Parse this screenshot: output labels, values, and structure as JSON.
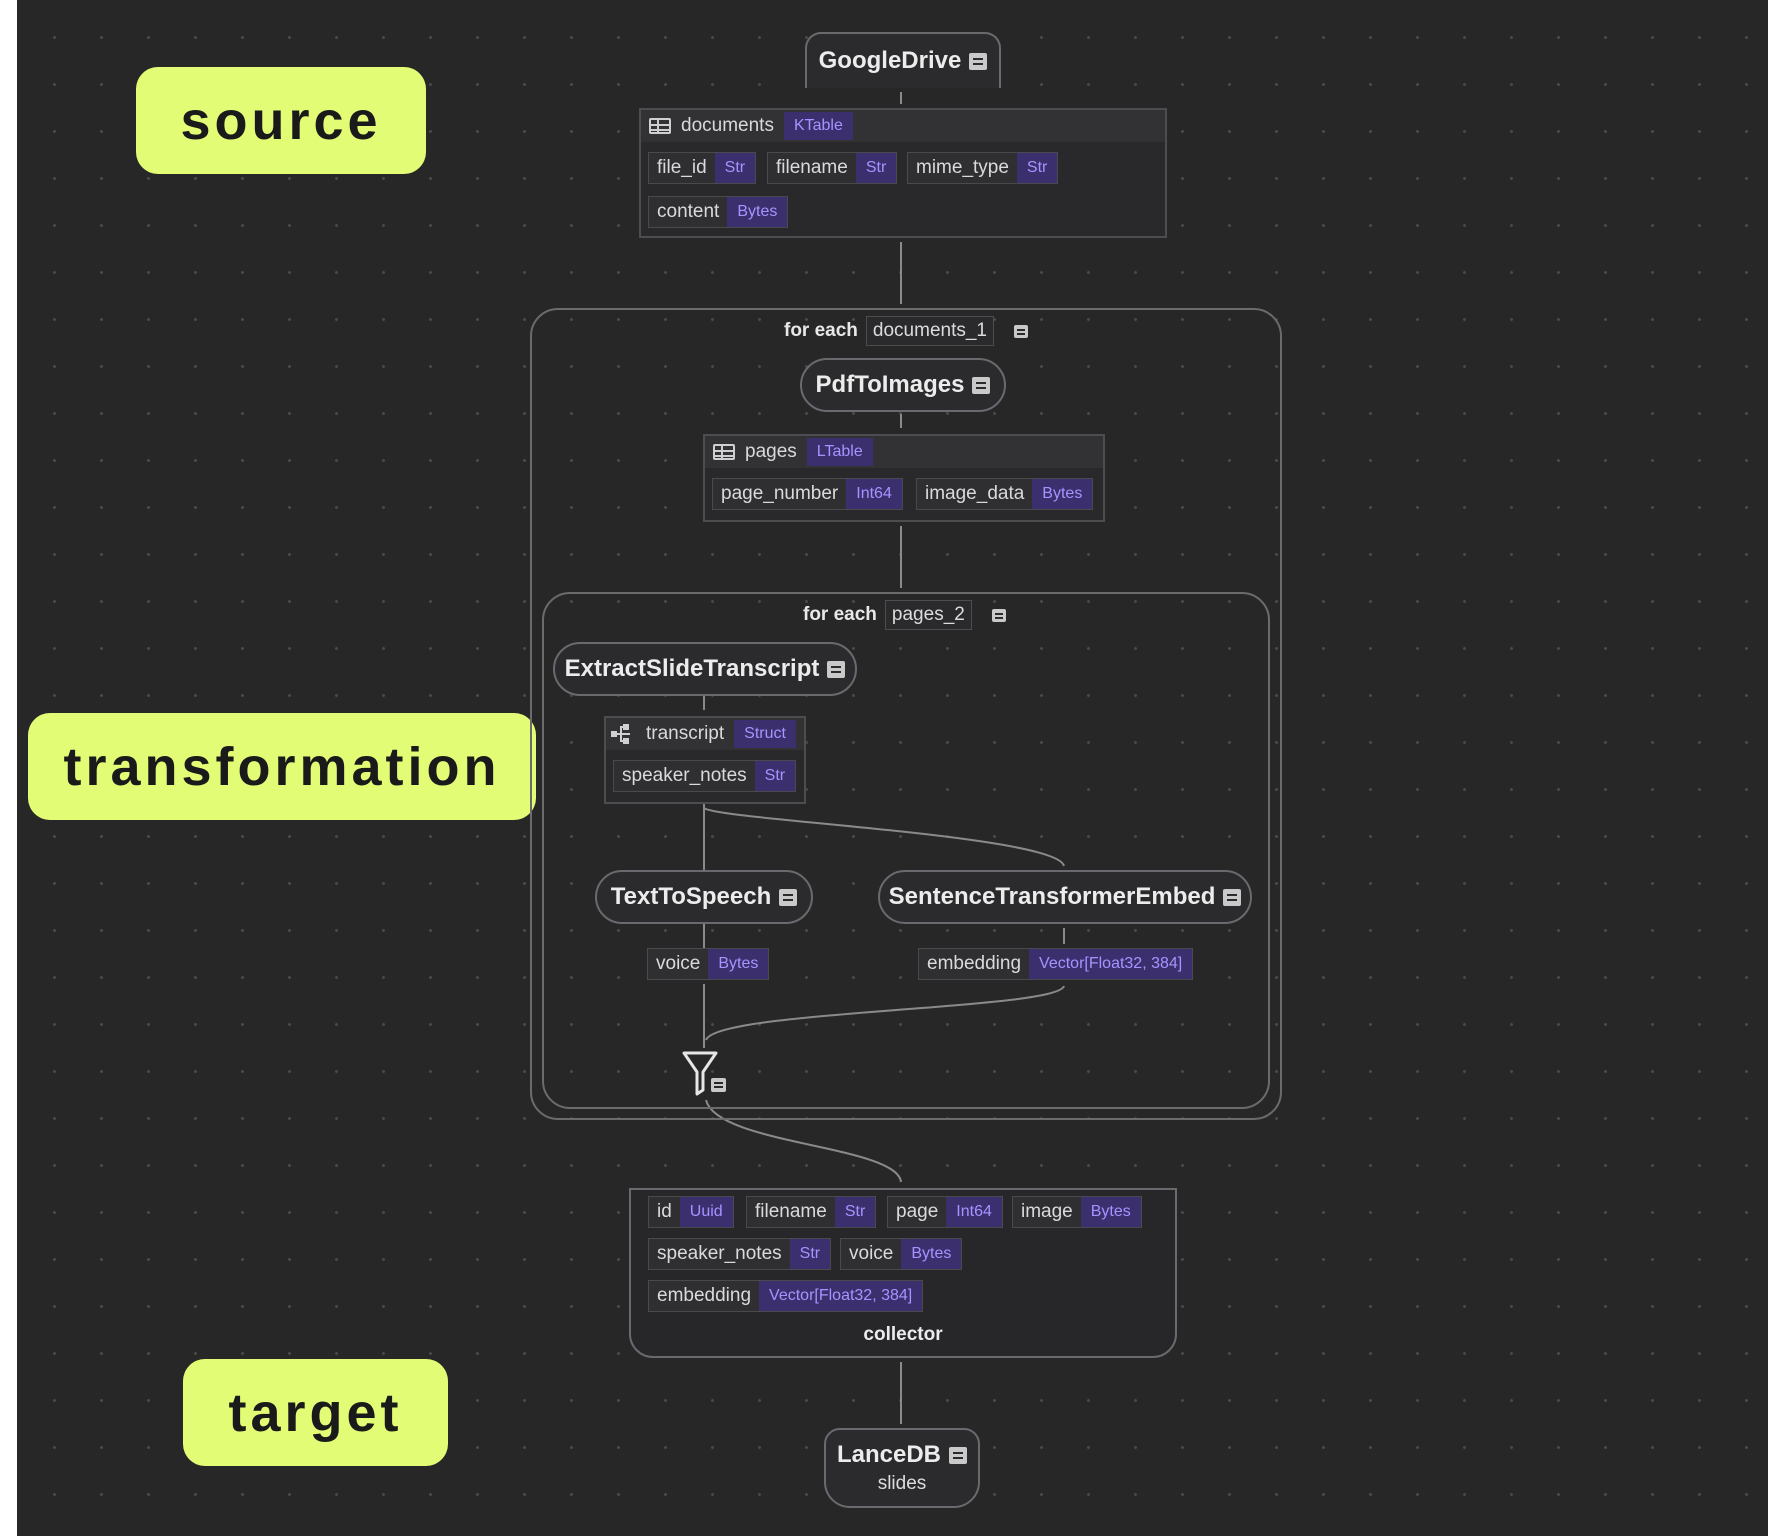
{
  "stage_labels": {
    "source": "source",
    "transformation": "transformation",
    "target": "target"
  },
  "source_node": {
    "name": "GoogleDrive"
  },
  "documents_table": {
    "name": "documents",
    "type": "KTable",
    "fields": [
      {
        "name": "file_id",
        "type": "Str"
      },
      {
        "name": "filename",
        "type": "Str"
      },
      {
        "name": "mime_type",
        "type": "Str"
      },
      {
        "name": "content",
        "type": "Bytes"
      }
    ]
  },
  "outer_loop": {
    "keyword": "for each",
    "variable": "documents_1"
  },
  "pdf_node": {
    "name": "PdfToImages"
  },
  "pages_table": {
    "name": "pages",
    "type": "LTable",
    "fields": [
      {
        "name": "page_number",
        "type": "Int64"
      },
      {
        "name": "image_data",
        "type": "Bytes"
      }
    ]
  },
  "inner_loop": {
    "keyword": "for each",
    "variable": "pages_2"
  },
  "extract_node": {
    "name": "ExtractSlideTranscript"
  },
  "transcript_struct": {
    "name": "transcript",
    "type": "Struct",
    "fields": [
      {
        "name": "speaker_notes",
        "type": "Str"
      }
    ]
  },
  "tts_node": {
    "name": "TextToSpeech"
  },
  "voice_field": {
    "name": "voice",
    "type": "Bytes"
  },
  "embed_node": {
    "name": "SentenceTransformerEmbed"
  },
  "embedding_field": {
    "name": "embedding",
    "type": "Vector[Float32, 384]"
  },
  "collector": {
    "label": "collector",
    "fields": [
      {
        "name": "id",
        "type": "Uuid"
      },
      {
        "name": "filename",
        "type": "Str"
      },
      {
        "name": "page",
        "type": "Int64"
      },
      {
        "name": "image",
        "type": "Bytes"
      },
      {
        "name": "speaker_notes",
        "type": "Str"
      },
      {
        "name": "voice",
        "type": "Bytes"
      },
      {
        "name": "embedding",
        "type": "Vector[Float32, 384]"
      }
    ]
  },
  "target_node": {
    "name": "LanceDB",
    "table": "slides"
  },
  "colors": {
    "background": "#272727",
    "stage_label": "#e3fc75",
    "type_tag_bg": "#3c2f6e",
    "type_tag_text": "#a793ff"
  }
}
